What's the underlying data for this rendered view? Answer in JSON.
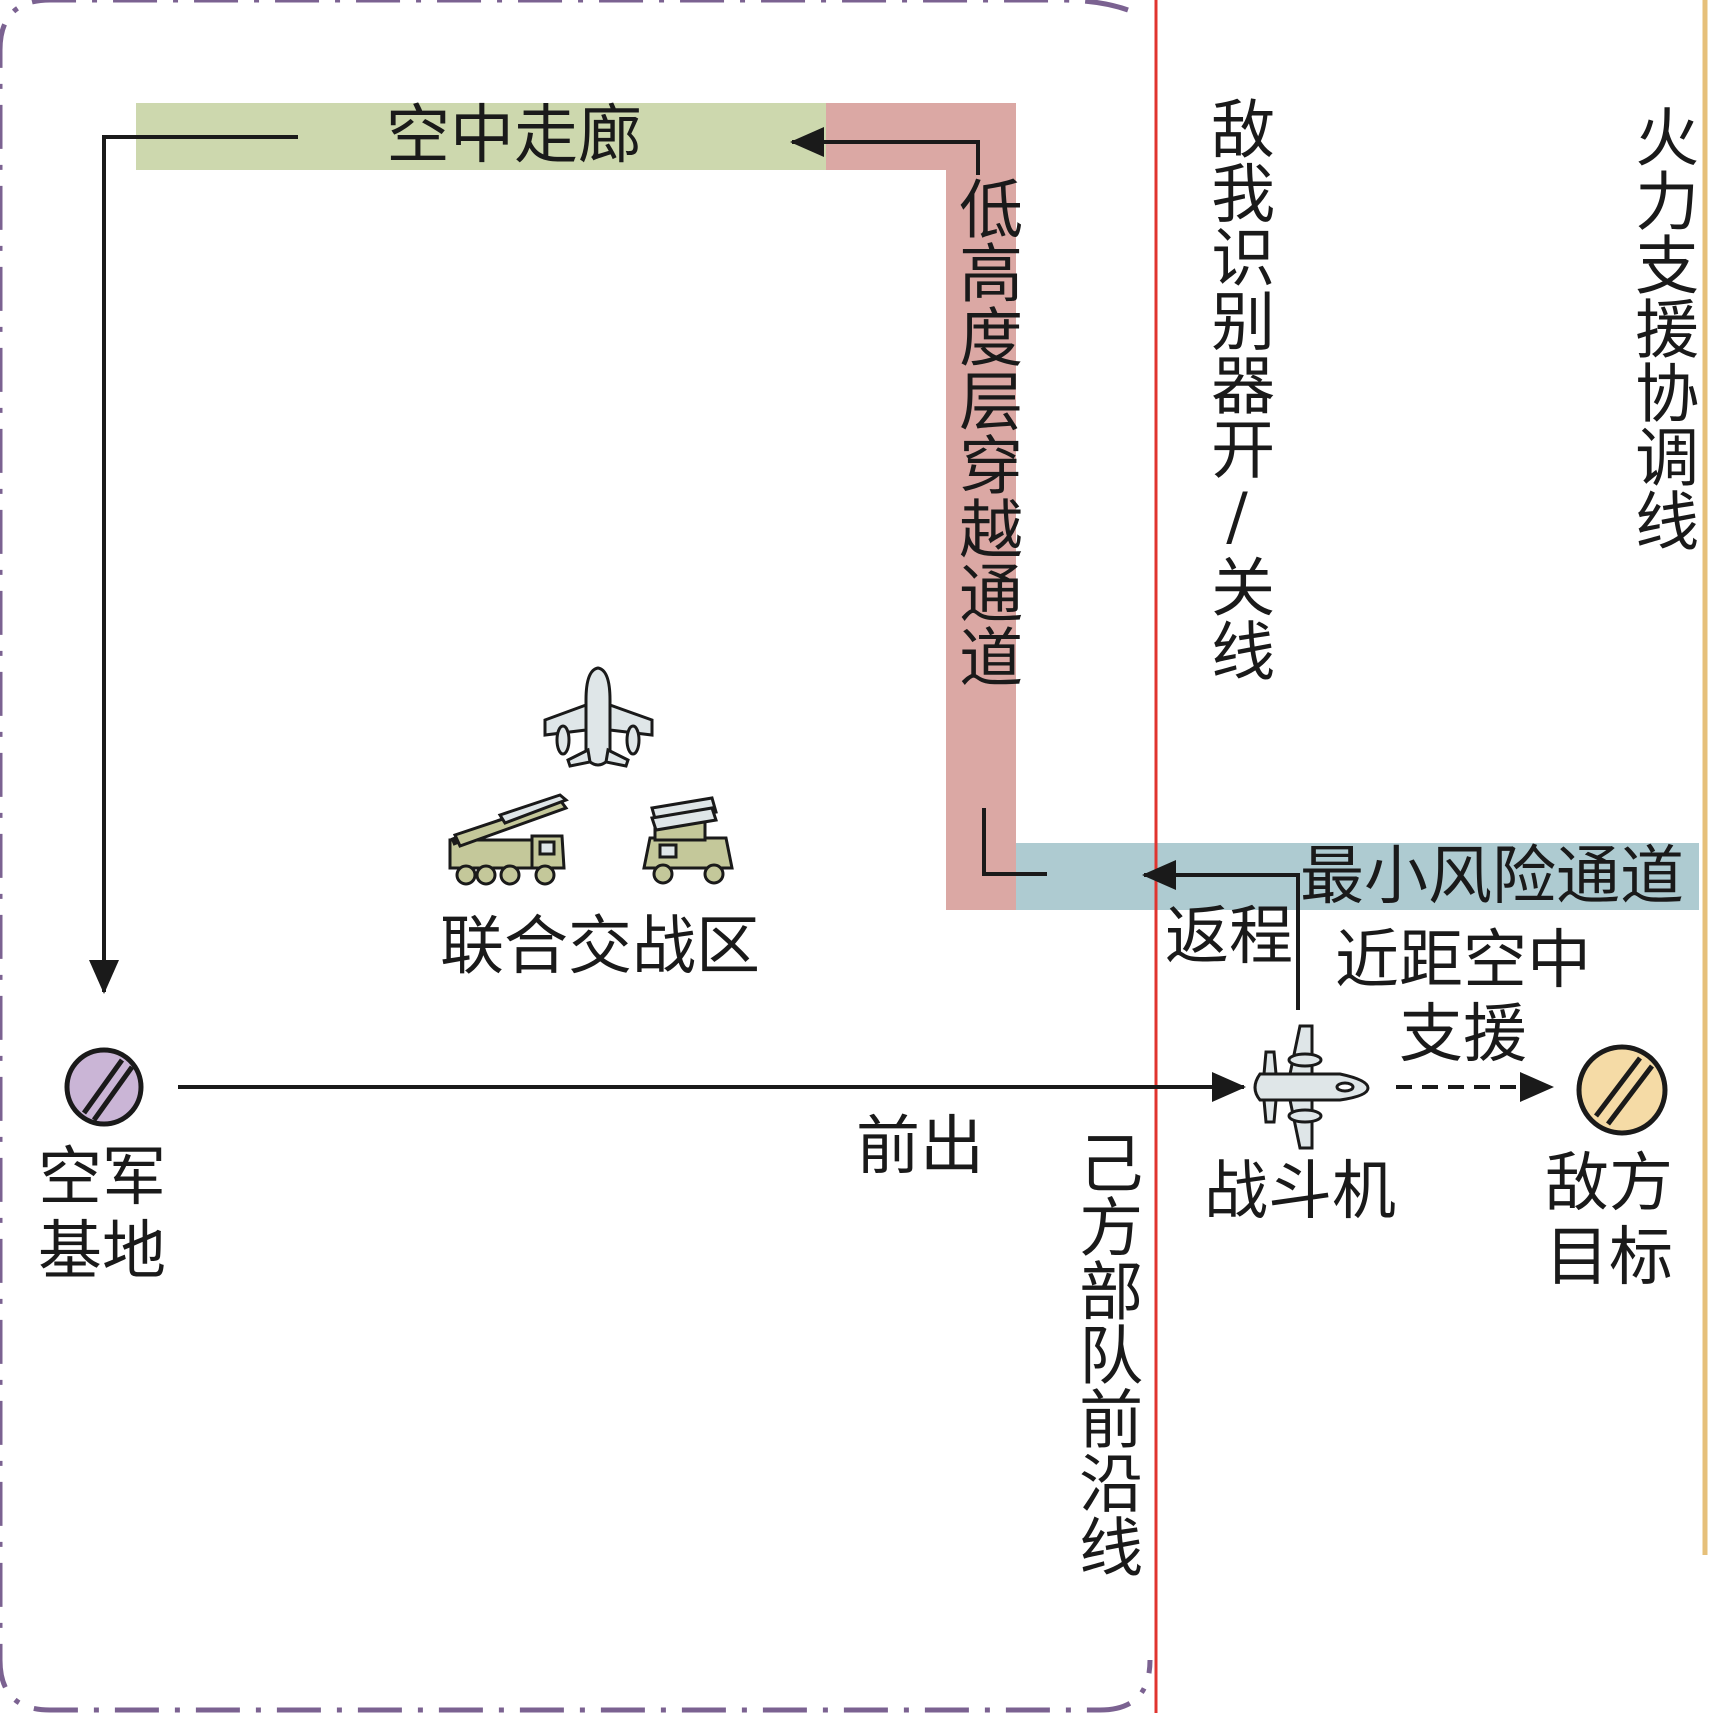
{
  "labels": {
    "air_corridor": "空中走廊",
    "low_altitude_channel": "低高度层穿越通道",
    "min_risk_channel": "最小风险通道",
    "iff_line": "敌我识别器开/关线",
    "fscl": "火力支援协调线",
    "flot": "己方部队前沿线",
    "joint_engagement_zone": "联合交战区",
    "air_base": "空军基地",
    "fighter": "战斗机",
    "enemy_target": "敌方目标",
    "outbound": "前出",
    "return": "返程",
    "cas": "近距空中支援"
  },
  "colors": {
    "air_corridor": "#cdd8ae",
    "low_altitude_channel": "#dba8a4",
    "min_risk_channel": "#aecbd1",
    "boundary": "#7b6291",
    "flot_line": "#e0342f",
    "fscl_line": "#e6c07a",
    "air_base": "#cab5d6",
    "enemy_target": "#f5dba6",
    "arrow": "#1a1a1a",
    "icon_fill": "#dfe6e8",
    "vehicle_fill": "#c4c89a"
  },
  "icons": {
    "air_base": "hatched-circle-icon",
    "enemy_target": "hatched-circle-icon",
    "fighter": "fighter-jet-icon",
    "aircraft": "aircraft-icon",
    "missile_launcher": "missile-launcher-truck-icon",
    "rocket_launcher": "rocket-launcher-vehicle-icon"
  }
}
